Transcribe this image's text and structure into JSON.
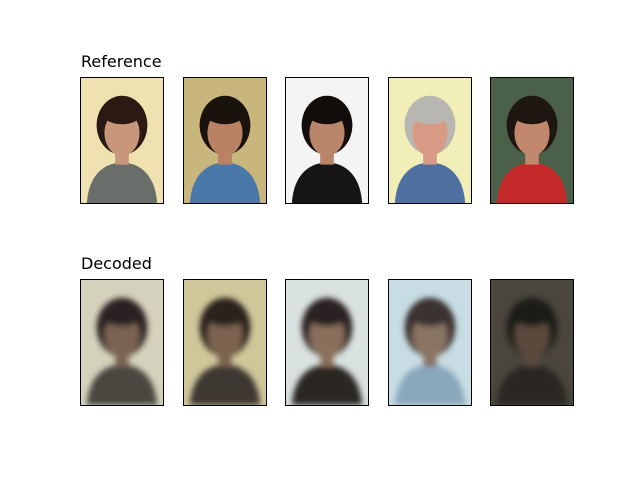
{
  "figure": {
    "rows": [
      {
        "title": "Reference",
        "panels": [
          {
            "name": "reference-face-1",
            "bg": "#efe2b0",
            "hair": "#2a1a12",
            "skin": "#c8967a",
            "clothes": "#6a6e6a",
            "blur": 0
          },
          {
            "name": "reference-face-2",
            "bg": "#c9b67c",
            "hair": "#1a120c",
            "skin": "#b98262",
            "clothes": "#4a78a8",
            "blur": 0
          },
          {
            "name": "reference-face-3",
            "bg": "#f4f4f4",
            "hair": "#120c0a",
            "skin": "#b8856a",
            "clothes": "#161414",
            "blur": 0
          },
          {
            "name": "reference-face-4",
            "bg": "#f2eeb8",
            "hair": "#b8b6b0",
            "skin": "#d89a84",
            "clothes": "#4e6fa0",
            "blur": 0
          },
          {
            "name": "reference-face-5",
            "bg": "#4a6048",
            "hair": "#1e1610",
            "skin": "#c2886e",
            "clothes": "#c42a2a",
            "blur": 0
          }
        ]
      },
      {
        "title": "Decoded",
        "panels": [
          {
            "name": "decoded-face-1",
            "bg": "#d4d2bc",
            "hair": "#2a2420",
            "skin": "#7a6452",
            "clothes": "#4a4640",
            "blur": 3
          },
          {
            "name": "decoded-face-2",
            "bg": "#cfc79a",
            "hair": "#2c241c",
            "skin": "#7c6450",
            "clothes": "#3e3830",
            "blur": 3
          },
          {
            "name": "decoded-face-3",
            "bg": "#d9e2e0",
            "hair": "#2a2420",
            "skin": "#8a705c",
            "clothes": "#2c2824",
            "blur": 3
          },
          {
            "name": "decoded-face-4",
            "bg": "#c7dde3",
            "hair": "#3a3030",
            "skin": "#8a7464",
            "clothes": "#8aa8bc",
            "blur": 3
          },
          {
            "name": "decoded-face-5",
            "bg": "#4a463e",
            "hair": "#1e1a16",
            "skin": "#5a4a3e",
            "clothes": "#2a2622",
            "blur": 3
          }
        ]
      }
    ]
  }
}
